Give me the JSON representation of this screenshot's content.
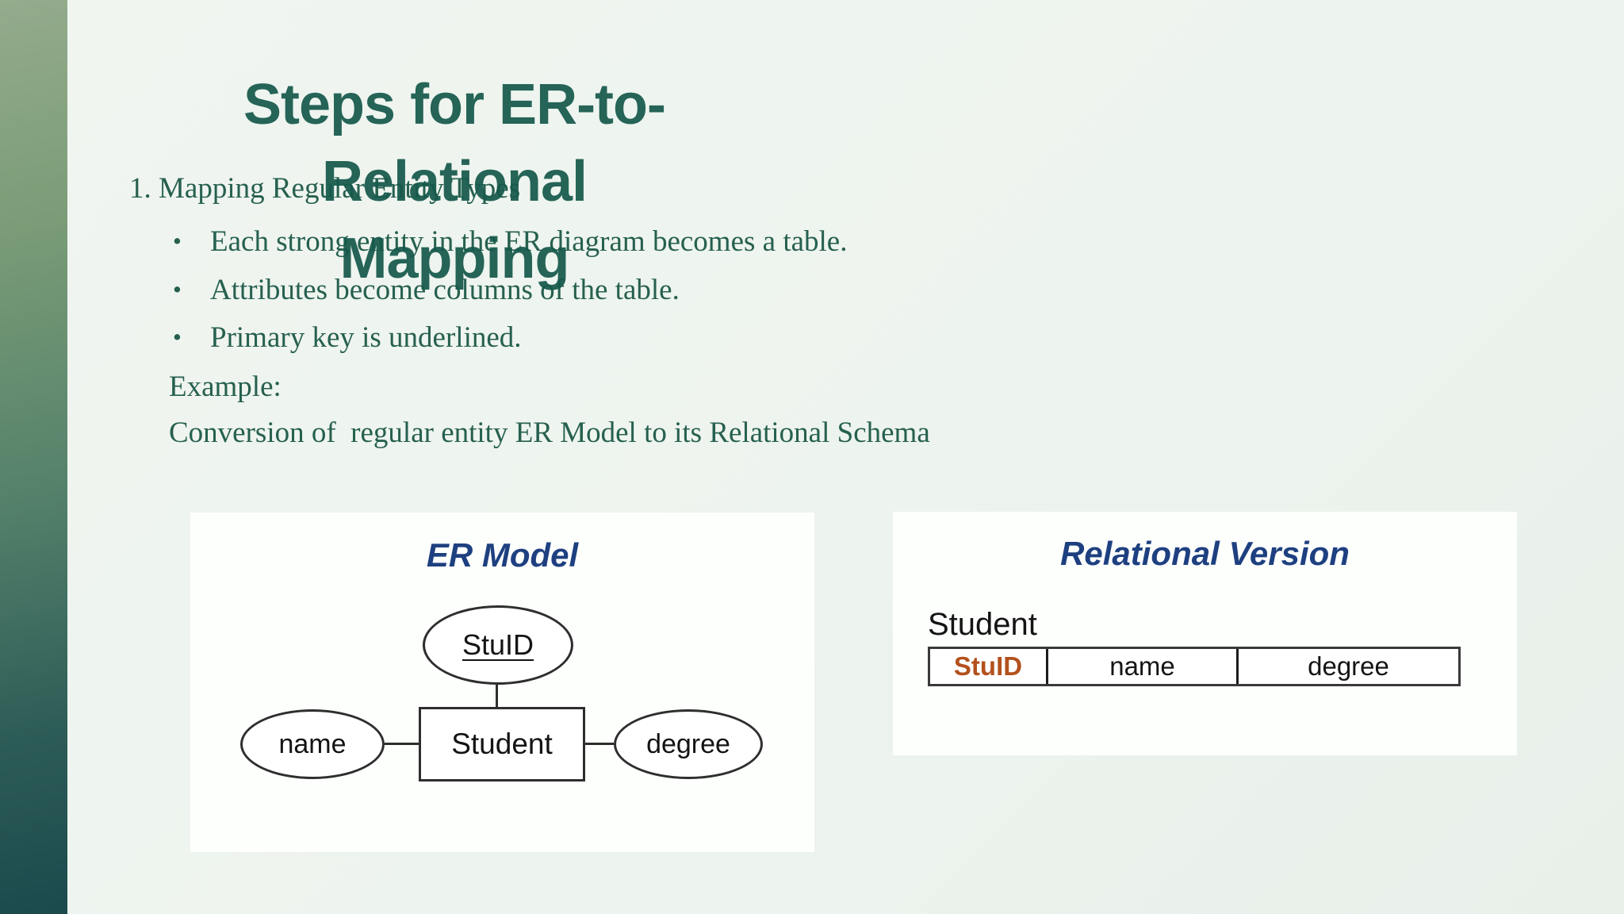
{
  "slide": {
    "title": {
      "line1": "Steps for ER-to-Relational",
      "line2": "Mapping"
    },
    "list": {
      "bullet_char": "•",
      "heading": "1. Mapping Regular Entity Types",
      "bullets": [
        "Each strong entity in the ER diagram becomes a table.",
        "Attributes become columns of the table.",
        "Primary key is underlined."
      ],
      "example_label": "Example:",
      "example_caption": "Conversion of  regular entity ER Model to its Relational Schema"
    },
    "er_panel": {
      "caption": "ER Model",
      "key_attribute": "StuID",
      "entity": "Student",
      "attribute_left": "name",
      "attribute_right": "degree"
    },
    "relational_panel": {
      "caption": "Relational Version",
      "table_name": "Student",
      "columns": [
        "StuID",
        "name",
        "degree"
      ]
    },
    "colors": {
      "title_teal": "#16584b",
      "body_green": "#26604f",
      "caption_blue": "#1e4080",
      "key_orange": "#b3511d",
      "strip_top_green": "#94ab8c",
      "strip_bottom_teal": "#1b4a4d",
      "background": "#edf3ee",
      "panel_white": "#fdfffd"
    }
  }
}
